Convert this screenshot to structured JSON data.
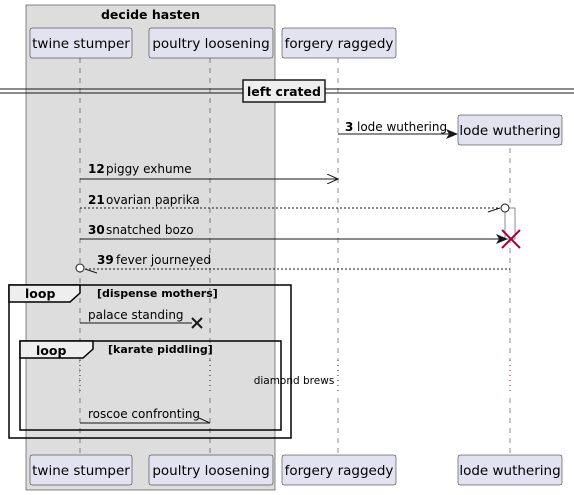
{
  "group_box": {
    "title": "decide hasten"
  },
  "participants": {
    "twine": "twine stumper",
    "poultry": "poultry loosening",
    "forgery": "forgery raggedy",
    "lode": "lode wuthering"
  },
  "divider": {
    "label": "left crated"
  },
  "messages": {
    "m3": {
      "num": "3",
      "text": "lode wuthering"
    },
    "m12": {
      "num": "12",
      "text": "piggy exhume"
    },
    "m21": {
      "num": "21",
      "text": "ovarian paprika"
    },
    "m30": {
      "num": "30",
      "text": "snatched bozo"
    },
    "m39": {
      "num": "39",
      "text": "fever journeyed"
    },
    "palace": {
      "text": "palace standing"
    },
    "roscoe": {
      "text": "roscoe confronting"
    }
  },
  "loops": {
    "outer": {
      "keyword": "loop",
      "condition": "[dispense mothers]"
    },
    "inner": {
      "keyword": "loop",
      "condition": "[karate piddling]"
    }
  },
  "delay": {
    "text": "diamond brews"
  },
  "colors": {
    "participant_fill": "#e2e2f0",
    "participant_stroke": "#181818",
    "group_fill": "#dddddd",
    "destroy_red": "#a80036"
  }
}
